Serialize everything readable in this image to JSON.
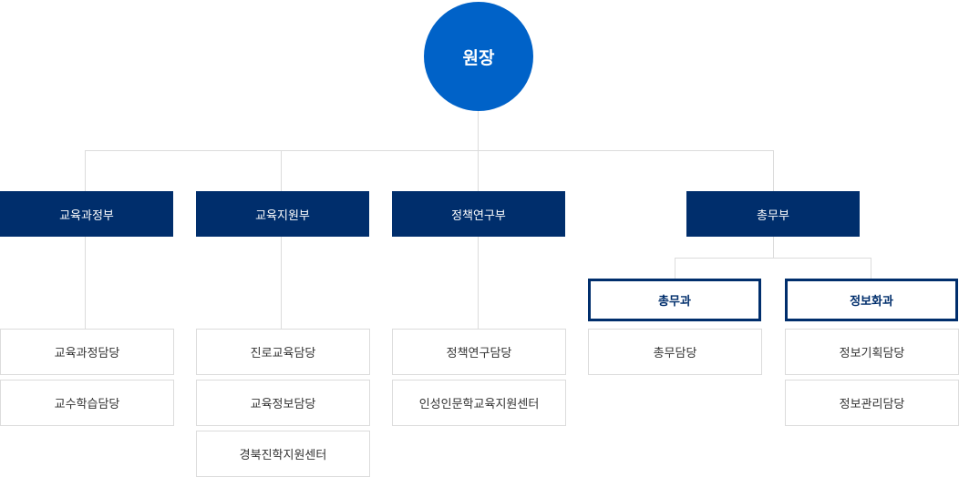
{
  "root": {
    "label": "원장"
  },
  "departments": [
    {
      "label": "교육과정부",
      "teams": [
        "교육과정담당",
        "교수학습담당"
      ]
    },
    {
      "label": "교육지원부",
      "teams": [
        "진로교육담당",
        "교육정보담당",
        "경북진학지원센터"
      ]
    },
    {
      "label": "정책연구부",
      "teams": [
        "정책연구담당",
        "인성인문학교육지원센터"
      ]
    },
    {
      "label": "총무부",
      "subdivisions": [
        {
          "label": "총무과",
          "teams": [
            "총무담당"
          ]
        },
        {
          "label": "정보화과",
          "teams": [
            "정보기획담당",
            "정보관리담당"
          ]
        }
      ]
    }
  ],
  "colors": {
    "root": "#0062c8",
    "department": "#002e6c",
    "connector": "#dcdcdc",
    "team_border": "#dcdcdc"
  }
}
